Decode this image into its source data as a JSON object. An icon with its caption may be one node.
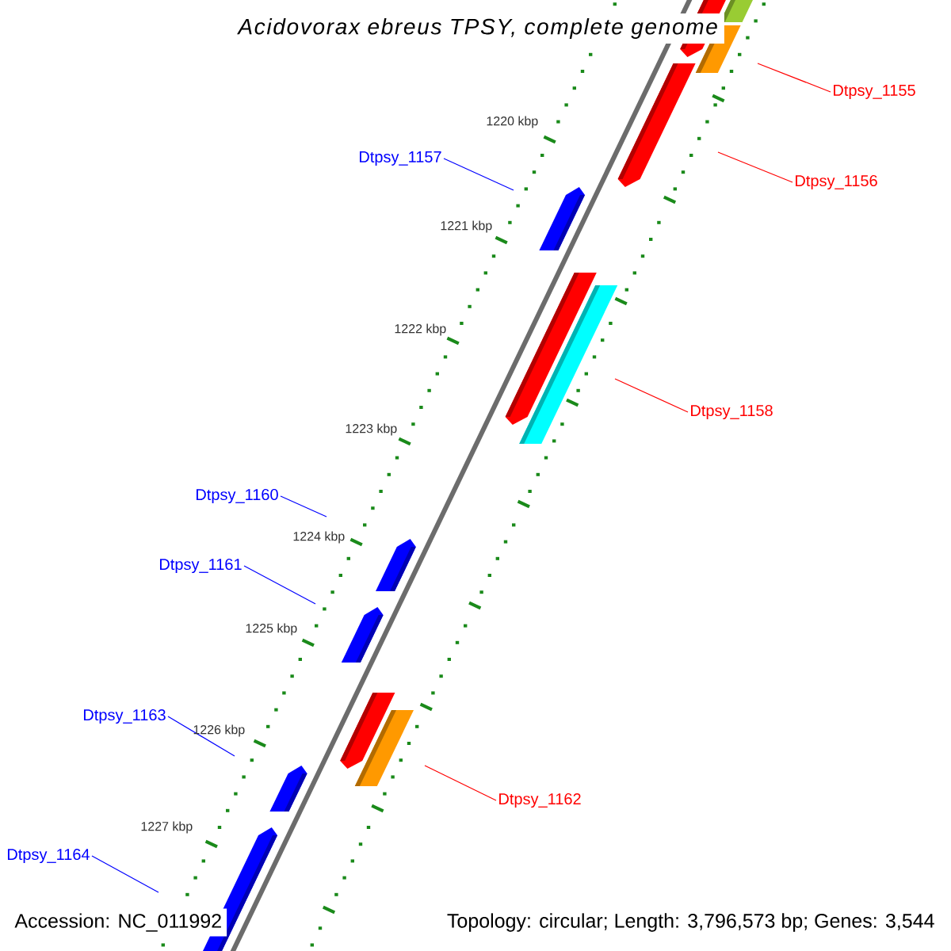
{
  "diagram": {
    "title": "Acidovorax ebreus TPSY, complete genome",
    "nodes": [
      {
        "text": [
          "Dtpsy_1155"
        ]
      },
      {
        "text": [
          "Dtpsy_1156"
        ]
      },
      {
        "text": [
          "Dtpsy_1157"
        ]
      },
      {
        "text": [
          "Dtpsy_1158"
        ]
      },
      {
        "text": [
          "Dtpsy_1160"
        ]
      },
      {
        "text": [
          "Dtpsy_1161"
        ]
      },
      {
        "text": [
          "Dtpsy_1162"
        ]
      },
      {
        "text": [
          "Dtpsy_1163"
        ]
      },
      {
        "text": [
          "Dtpsy_1164"
        ]
      }
    ],
    "edges": [
      {
        "from": 0,
        "to": null,
        "arrow": "none",
        "color": "#ff0000"
      },
      {
        "from": 1,
        "to": null,
        "arrow": "none",
        "color": "#ff0000"
      },
      {
        "from": 2,
        "to": null,
        "arrow": "none"
      },
      {
        "from": 3,
        "to": null,
        "arrow": "none",
        "color": "#ff0000"
      },
      {
        "from": 4,
        "to": null,
        "arrow": "none"
      },
      {
        "from": 5,
        "to": null,
        "arrow": "none"
      },
      {
        "from": 6,
        "to": null,
        "arrow": "none",
        "color": "#ff0000"
      },
      {
        "from": 7,
        "to": null,
        "arrow": "none"
      },
      {
        "from": 8,
        "to": null,
        "arrow": "none"
      }
    ],
    "labels": [
      "1220 kbp",
      "1221 kbp",
      "1222 kbp",
      "1223 kbp",
      "1224 kbp",
      "1225 kbp",
      "1226 kbp",
      "1227 kbp",
      "Accession: NC_011992",
      "Topology: circular; Length: 3,796,573 bp; Genes: 3,544"
    ]
  }
}
